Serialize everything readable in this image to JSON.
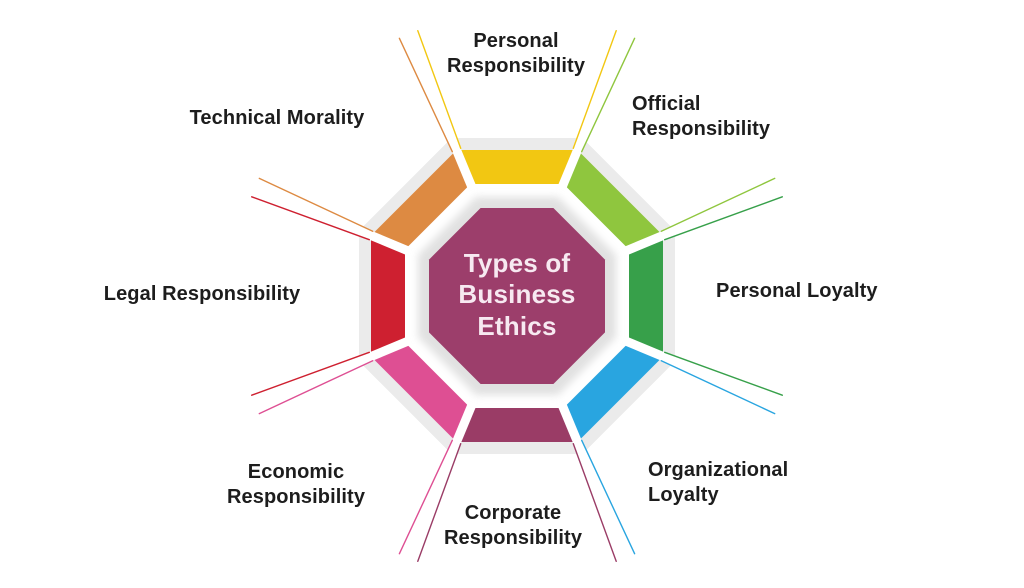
{
  "diagram": {
    "center_title": "Types of\nBusiness\nEthics",
    "center_color": "#9c3e6b",
    "center_text_color": "#f7e9f1",
    "ring_bg_color": "#ebebeb",
    "shadow_color": "#dcdcdc",
    "gap_color": "#ffffff",
    "background_color": "#ffffff",
    "label_text_color": "#1d1d1d"
  },
  "items": [
    {
      "id": "personal-responsibility",
      "label": "Personal\nResponsibility",
      "color": "#f2c712",
      "position": "top"
    },
    {
      "id": "official-responsibility",
      "label": "Official\nResponsibility",
      "color": "#8fc63e",
      "position": "top-right"
    },
    {
      "id": "personal-loyalty",
      "label": "Personal Loyalty",
      "color": "#37a04a",
      "position": "right"
    },
    {
      "id": "organizational-loyalty",
      "label": "Organizational\nLoyalty",
      "color": "#29a5e0",
      "position": "bottom-right"
    },
    {
      "id": "corporate-responsibility",
      "label": "Corporate\nResponsibility",
      "color": "#9a3c66",
      "position": "bottom"
    },
    {
      "id": "economic-responsibility",
      "label": "Economic\nResponsibility",
      "color": "#de4f93",
      "position": "bottom-left"
    },
    {
      "id": "legal-responsibility",
      "label": "Legal Responsibility",
      "color": "#ce2030",
      "position": "left"
    },
    {
      "id": "technical-morality",
      "label": "Technical Morality",
      "color": "#dd8a42",
      "position": "top-left"
    }
  ]
}
